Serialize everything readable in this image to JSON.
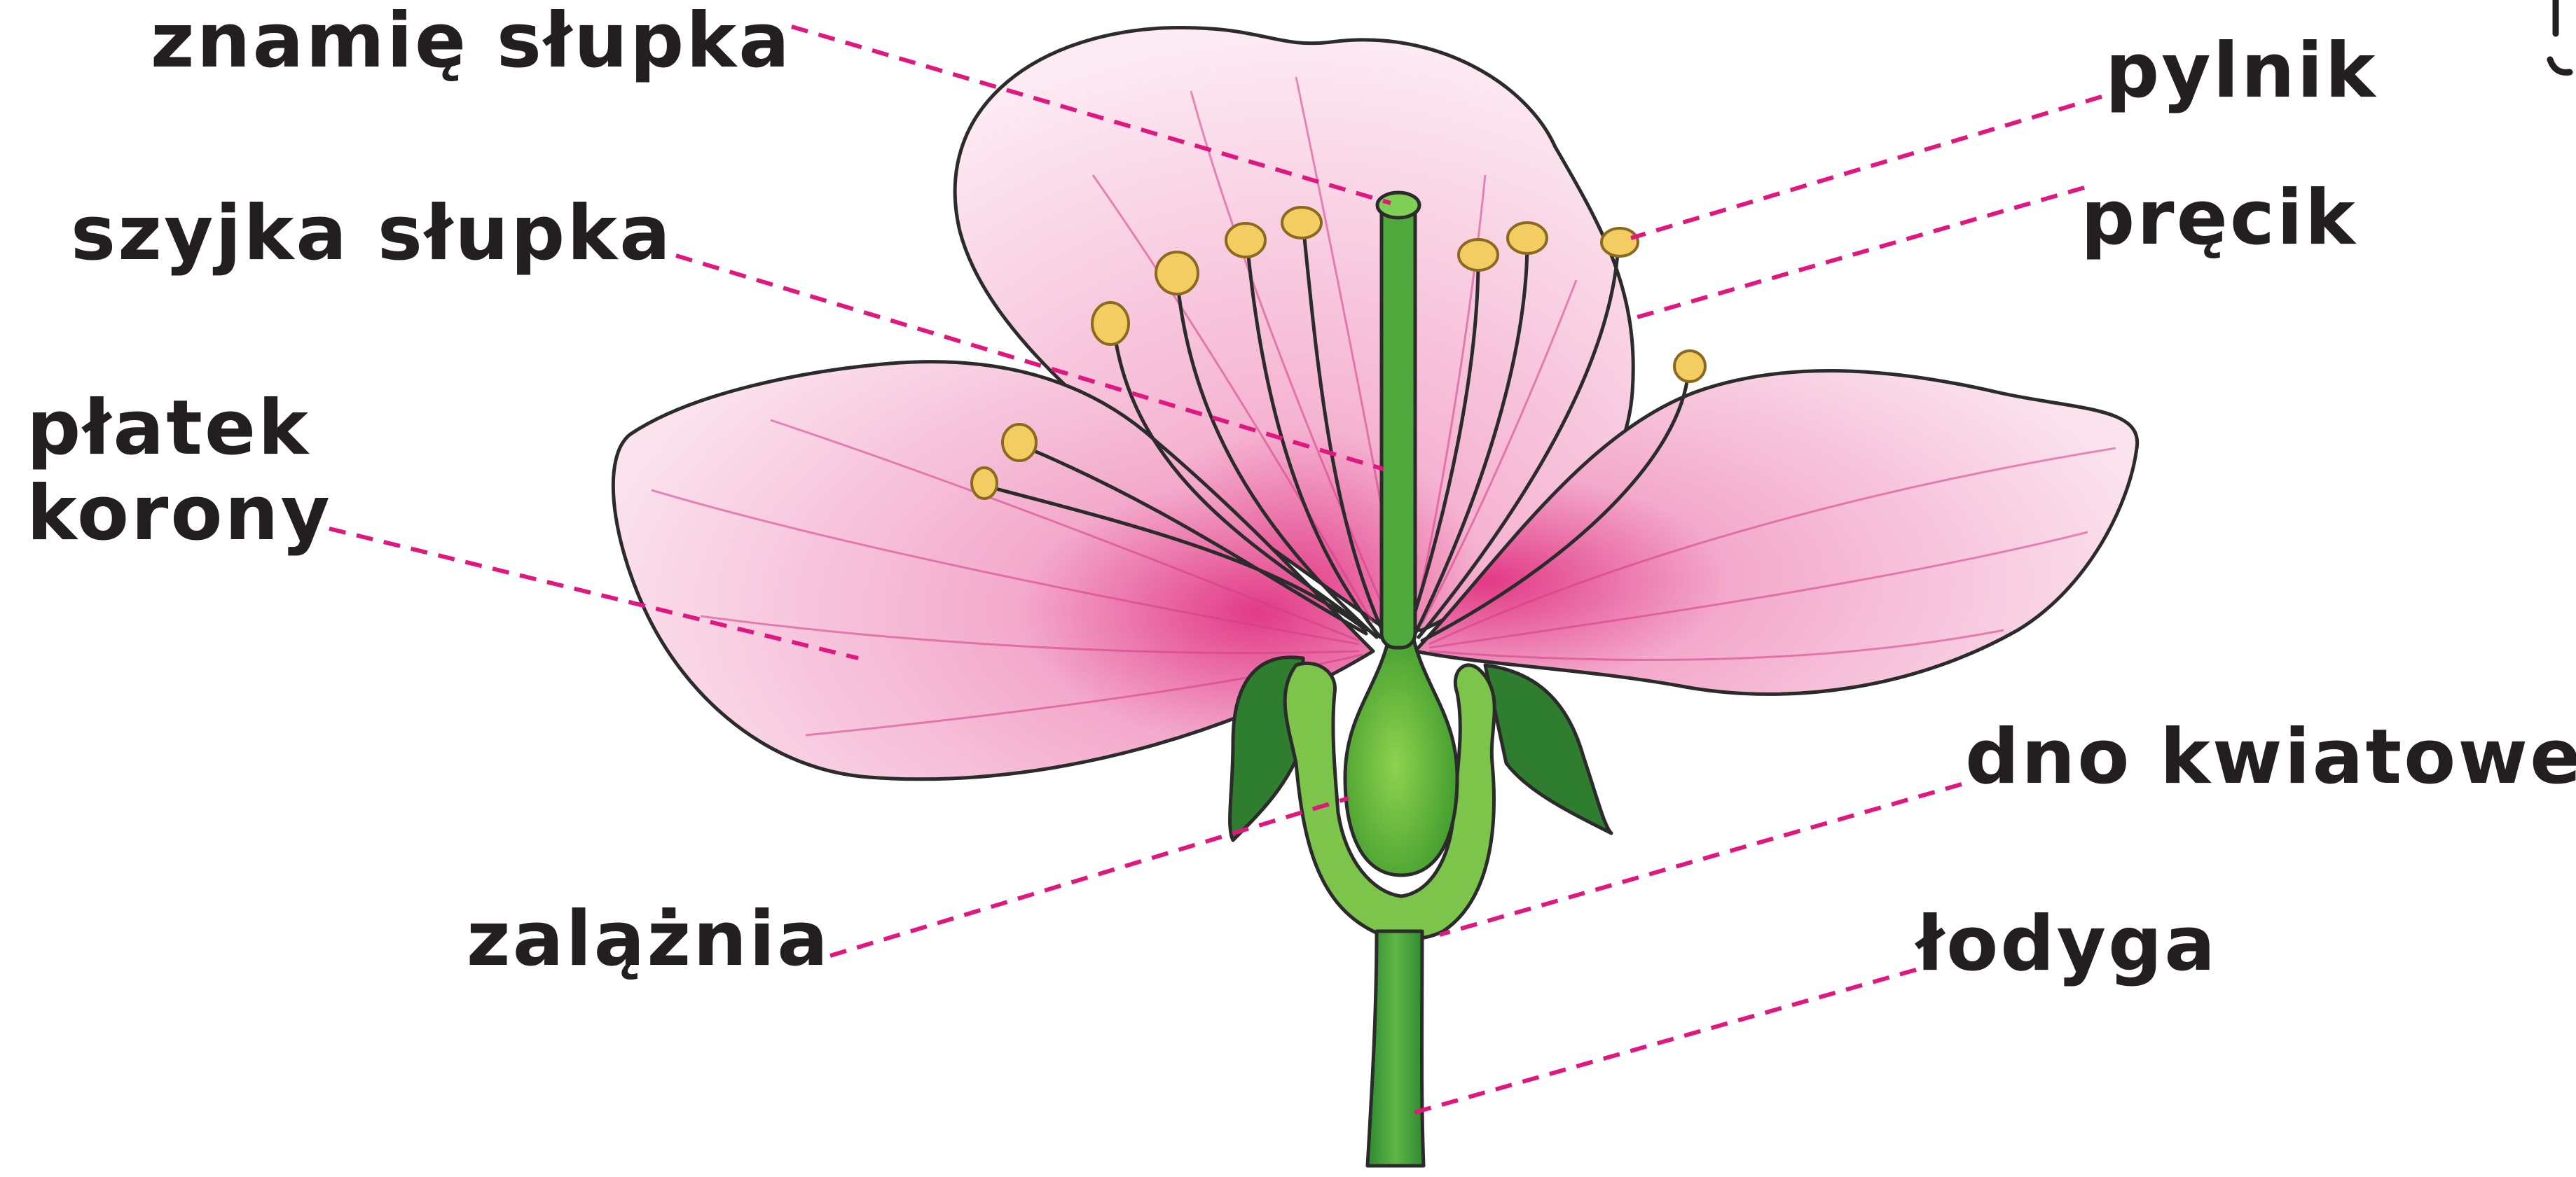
{
  "labels": {
    "stigma": "znamię słupka",
    "style": "szyjka słupka",
    "petal_line1": "płatek",
    "petal_line2": "korony",
    "ovary": "zalążnia",
    "anther": "pylnik",
    "stamen": "pręcik",
    "receptacle": "dno kwiatowe",
    "stem": "łodyga"
  },
  "colors": {
    "leader_lines": "#e0177e",
    "petal": "#f6c6dc",
    "petal_base": "#e23a86",
    "green": "#3a9a3a",
    "dark_green": "#1f6e2a",
    "anther": "#f3cc62"
  }
}
